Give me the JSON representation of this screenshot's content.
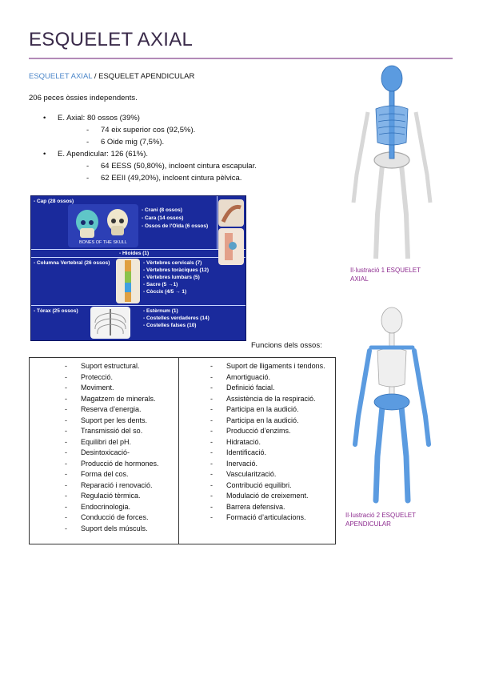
{
  "page": {
    "title": "ESQUELET AXIAL",
    "nav_link": "ESQUELET AXIAL",
    "nav_rest": " / ESQUELET APENDICULAR",
    "intro": "206 peces òssies independents."
  },
  "bullets": [
    {
      "text": "E. Axial: 80 ossos (39%)",
      "sub": [
        "74 eix superior cos (92,5%).",
        "6 Oide mig (7,5%)."
      ]
    },
    {
      "text": "E. Apendicular: 126 (61%).",
      "sub": [
        "64 EESS (50,80%), incloent cintura escapular.",
        "62 EEII (49,20%), incloent cintura pèlvica."
      ]
    }
  ],
  "figure": {
    "cap": "- Cap (28 ossos)",
    "cap_items": [
      "- Crani (8 ossos)",
      "- Cara  (14 ossos)",
      "- Ossos de l'Oïda (6 ossos)"
    ],
    "skull_label": "BONES OF THE SKULL",
    "hioides": "- Hioides (1)",
    "columna": "- Columna Vertebral (26 ossos)",
    "columna_items": [
      "- Vèrtebres cervicals (7)",
      "- Vèrtebres toràciques (12)",
      "- Vèrtebres lumbars (5)",
      "- Sacre (5 →1)",
      "- Còccix (4/5 → 1)"
    ],
    "torax": "- Tòrax (25 ossos)",
    "torax_items": [
      "- Estèrnum (1)",
      "- Costelles verdaderes (14)",
      "- Costelles falses (10)"
    ]
  },
  "functions": {
    "caption": "Funcions dels ossos:",
    "left": [
      "Suport estructural.",
      "Protecció.",
      "Moviment.",
      "Magatzem de minerals.",
      "Reserva d’energia.",
      "Suport per les dents.",
      "Transmissió del so.",
      "Equilibri del pH.",
      "Desintoxicació-",
      "Producció de hormones.",
      "Forma del cos.",
      "Reparació i renovació.",
      "Regulació tèrmica.",
      "Endocrinologia.",
      "Conducció de forces.",
      "Suport dels músculs."
    ],
    "right": [
      "Suport de lligaments i tendons.",
      "Amortiguació.",
      "Definició facial.",
      "Assistència de la respiració.",
      "Participa en la audició.",
      "Participa en la audició.",
      "Producció d’enzims.",
      "Hidratació.",
      "Identificació.",
      "Inervació.",
      "Vascularització.",
      "Contribució equilibri.",
      "Modulació de creixement.",
      "Barrera defensiva.",
      "Formació d’articulacions."
    ]
  },
  "illustrations": {
    "caption1": "Il·lustració 1 ESQUELET AXIAL",
    "caption2": "Il·lustració 2 ESQUELET APENDICULAR"
  },
  "colors": {
    "title": "#3a2a4a",
    "rule": "#b38ab8",
    "link": "#4b86c9",
    "caption": "#8d2b8f",
    "figure_bg": "#1a2a9c",
    "bone_highlight": "#5b9be0"
  }
}
